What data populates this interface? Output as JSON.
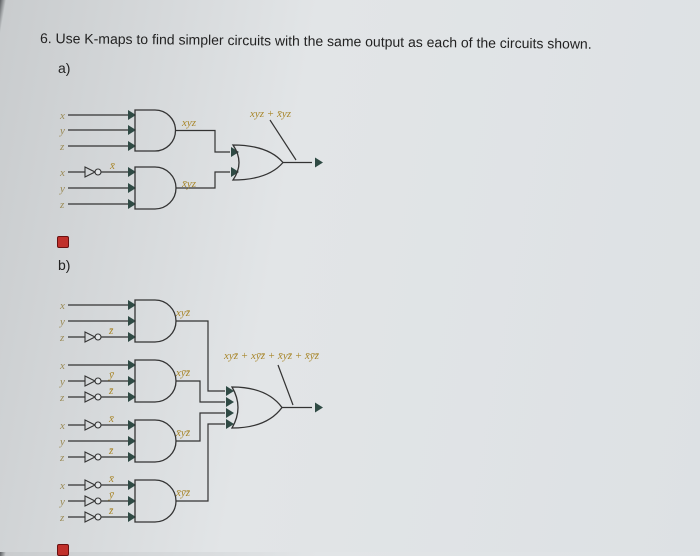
{
  "question": "6. Use K-maps to find simpler circuits with the same output as each of the circuits shown.",
  "part_a": {
    "label": "a)",
    "inputs": [
      "x",
      "y",
      "z",
      "x",
      "y",
      "z"
    ],
    "not_labels": [
      "x̄"
    ],
    "gate_outputs": [
      "xyz",
      "x̄yz"
    ],
    "output_expr": "xyz + x̄yz"
  },
  "part_b": {
    "label": "b)",
    "inputs": [
      "x",
      "y",
      "z",
      "x",
      "y",
      "z",
      "x",
      "y",
      "z",
      "x",
      "y",
      "z"
    ],
    "not_labels": [
      "z̄",
      "ȳ",
      "z̄",
      "x̄",
      "z̄",
      "x̄",
      "ȳ",
      "z̄"
    ],
    "gate_outputs": [
      "xyz̄",
      "xȳz̄",
      "x̄yz̄",
      "x̄ȳz̄"
    ],
    "output_expr": "xyz̄ + xȳz̄ + x̄yz̄ + x̄ȳz̄"
  },
  "colors": {
    "label": "#a8862a",
    "wire": "#333333",
    "arrow": "#2f4a44",
    "icon": "#c0302b"
  }
}
